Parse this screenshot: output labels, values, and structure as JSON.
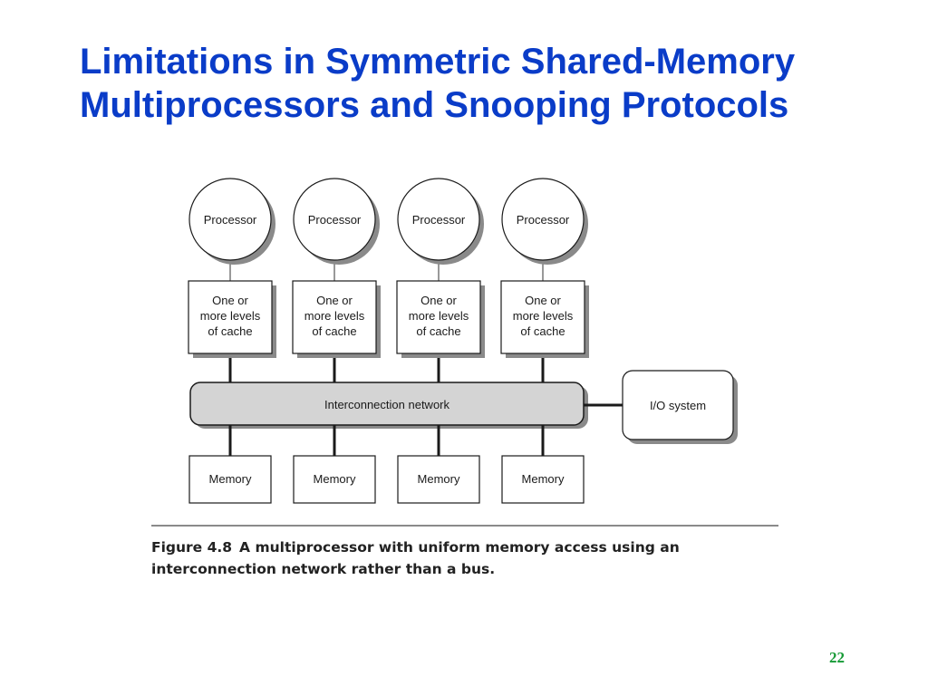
{
  "slide": {
    "title_line1": "Limitations in Symmetric Shared-Memory",
    "title_line2": "Multiprocessors and Snooping Protocols",
    "page_number": "22"
  },
  "diagram": {
    "processors": [
      "Processor",
      "Processor",
      "Processor",
      "Processor"
    ],
    "caches": [
      [
        "One or",
        "more levels",
        "of cache"
      ],
      [
        "One or",
        "more levels",
        "of cache"
      ],
      [
        "One or",
        "more levels",
        "of cache"
      ],
      [
        "One or",
        "more levels",
        "of cache"
      ]
    ],
    "network_label": "Interconnection network",
    "io_label": "I/O system",
    "memories": [
      "Memory",
      "Memory",
      "Memory",
      "Memory"
    ]
  },
  "figure": {
    "label": "Figure 4.8",
    "caption": "A multiprocessor with uniform memory access using an interconnection network rather than a bus."
  }
}
